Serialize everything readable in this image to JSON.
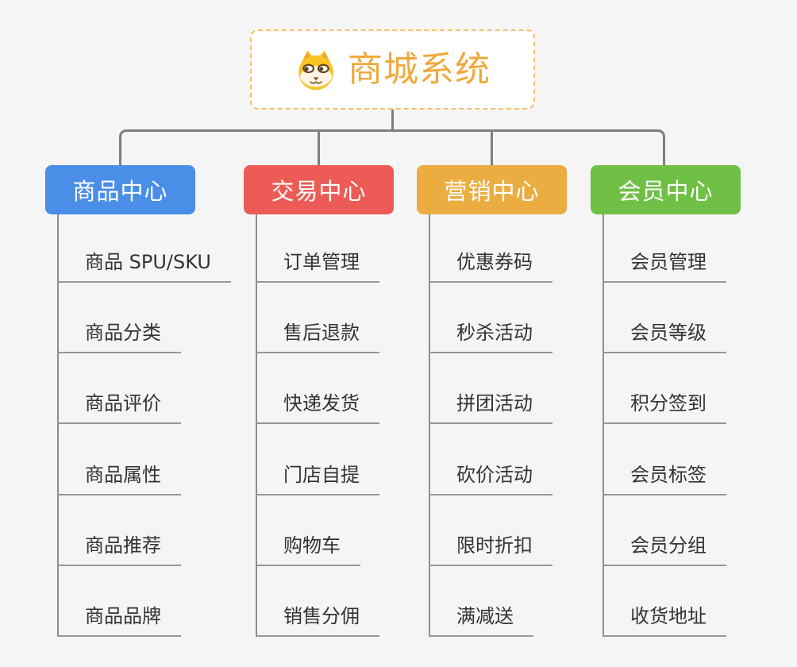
{
  "root": {
    "title": "商城系统",
    "icon": "dog-icon",
    "text_color": "#F0A93C",
    "border_color": "#F6BE6B"
  },
  "branches": [
    {
      "label": "商品中心",
      "color": "#4A8EE8",
      "items": [
        "商品 SPU/SKU",
        "商品分类",
        "商品评价",
        "商品属性",
        "商品推荐",
        "商品品牌"
      ]
    },
    {
      "label": "交易中心",
      "color": "#EC5B56",
      "items": [
        "订单管理",
        "售后退款",
        "快递发货",
        "门店自提",
        "购物车",
        "销售分佣"
      ]
    },
    {
      "label": "营销中心",
      "color": "#EBAD41",
      "items": [
        "优惠券码",
        "秒杀活动",
        "拼团活动",
        "砍价活动",
        "限时折扣",
        "满减送"
      ]
    },
    {
      "label": "会员中心",
      "color": "#6FC044",
      "items": [
        "会员管理",
        "会员等级",
        "积分签到",
        "会员标签",
        "会员分组",
        "收货地址"
      ]
    }
  ],
  "colors": {
    "background": "#F5F5F5",
    "connector": "#7F7F7F",
    "item_line": "#979797",
    "item_text": "#333333"
  }
}
